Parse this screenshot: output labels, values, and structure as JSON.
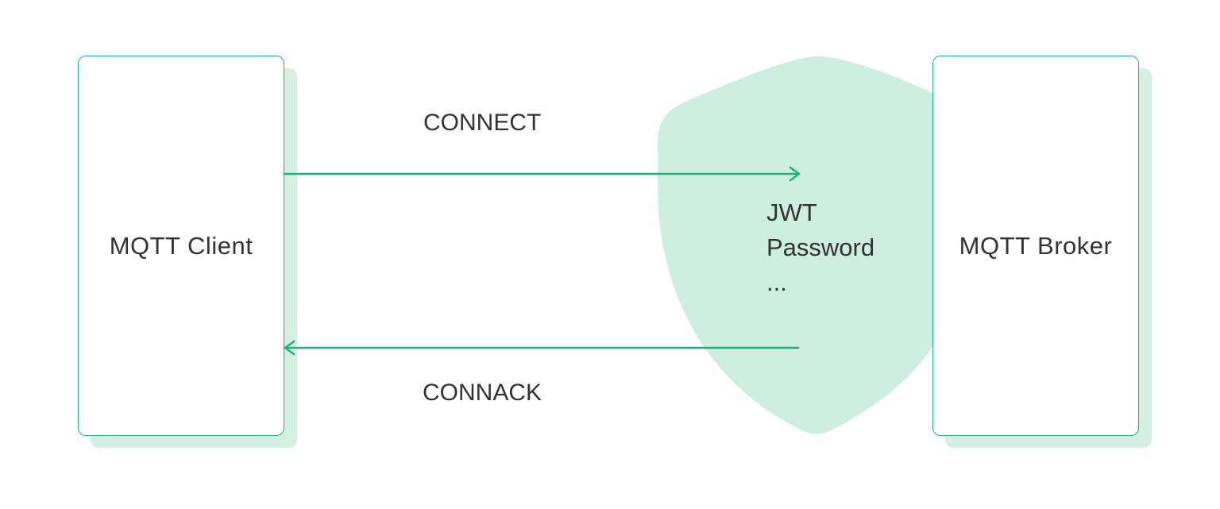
{
  "diagram": {
    "client_label": "MQTT Client",
    "broker_label": "MQTT Broker",
    "connect_label": "CONNECT",
    "connack_label": "CONNACK",
    "auth_methods": [
      "JWT",
      "Password",
      "..."
    ]
  },
  "colors": {
    "accent": "#1ab37a",
    "shield_fill": "#cdeee0",
    "shadow_fill": "#d4f0e3",
    "text": "#333333"
  }
}
